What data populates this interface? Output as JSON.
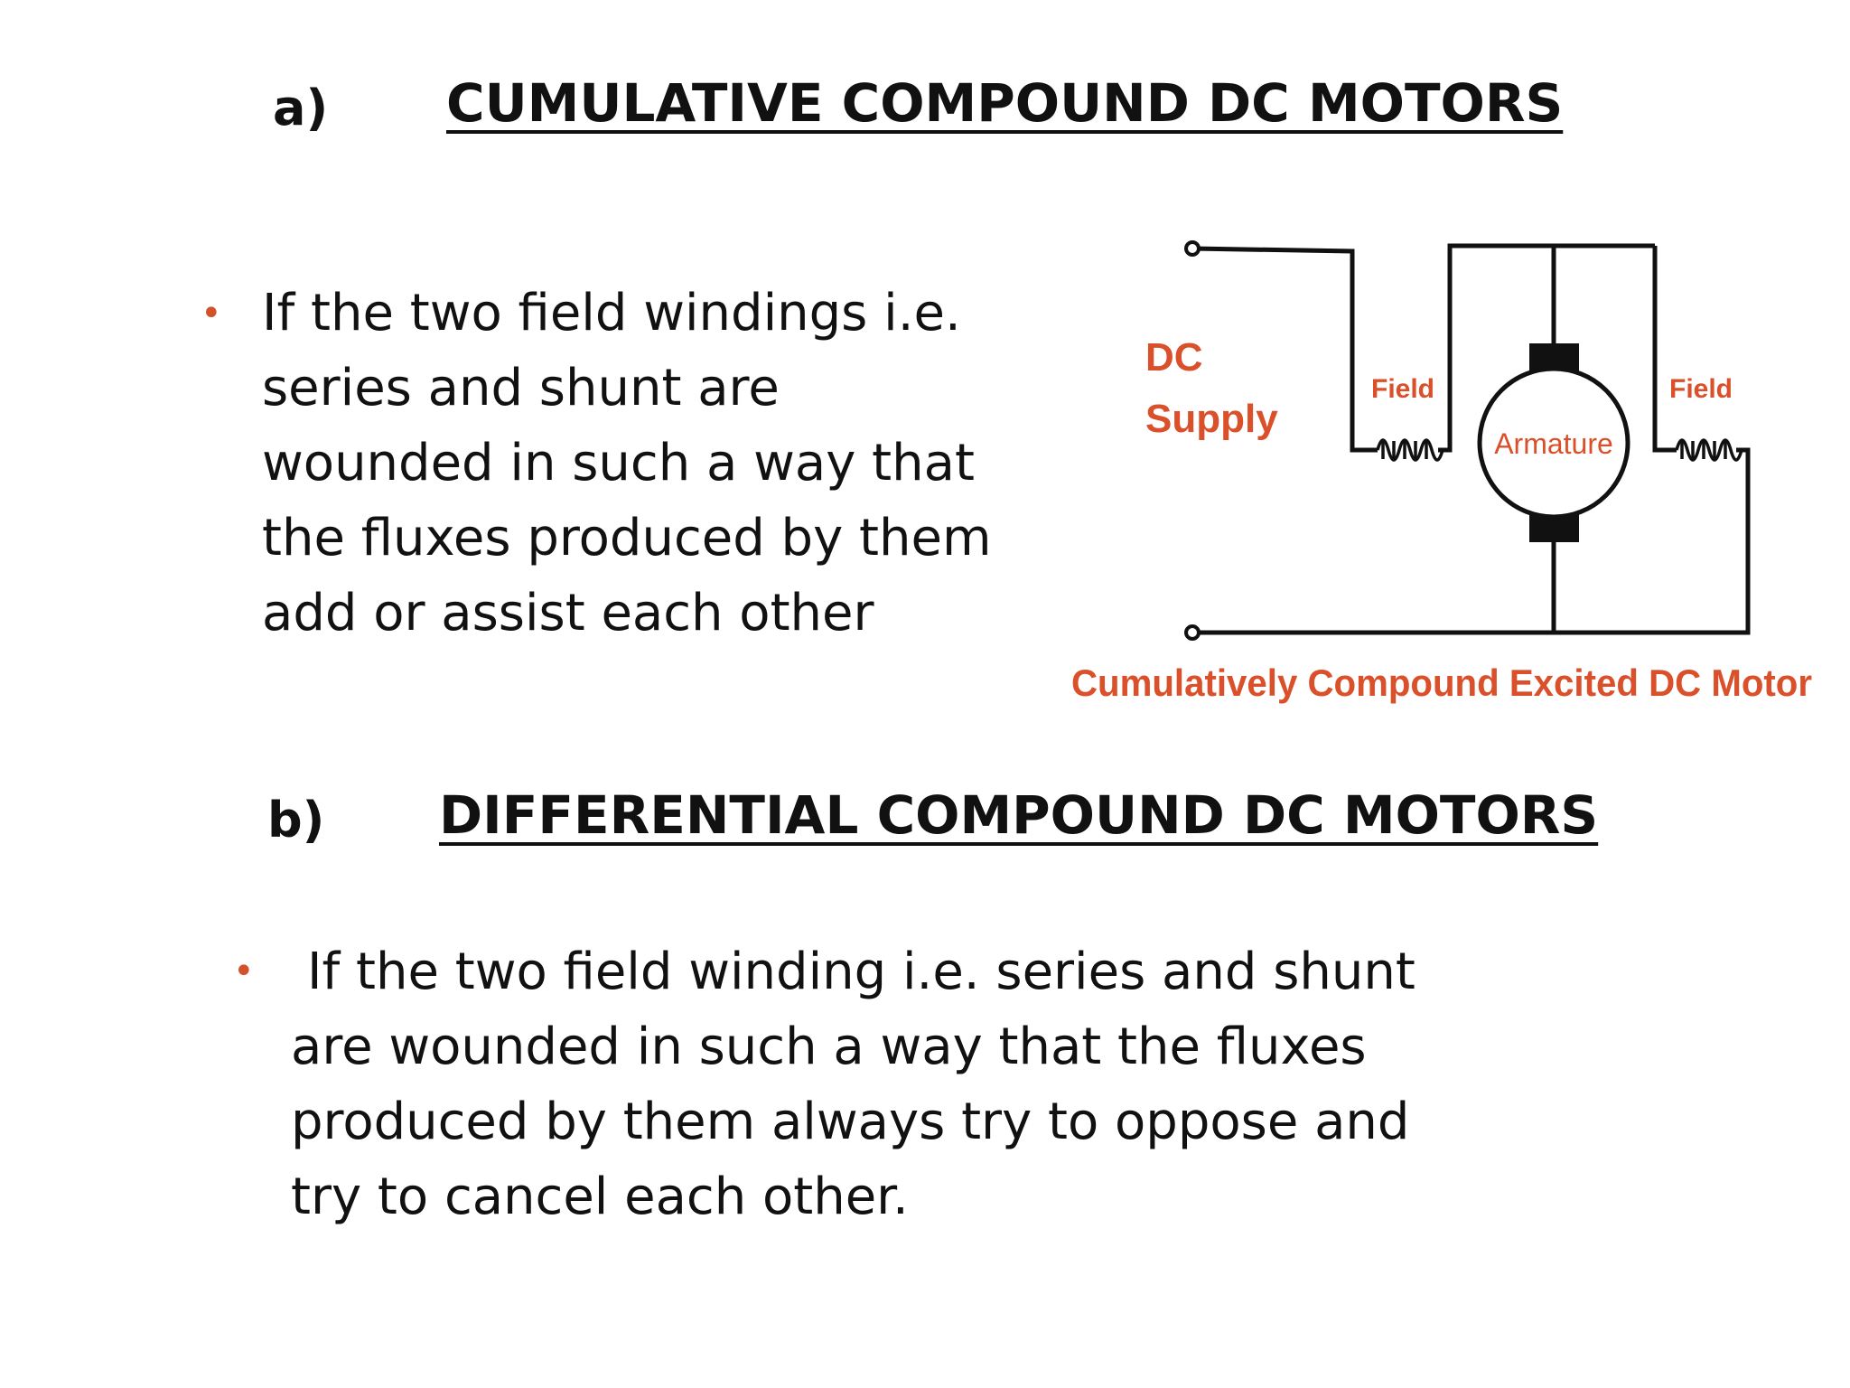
{
  "section_a": {
    "letter": "a)",
    "title": "CUMULATIVE COMPOUND DC MOTORS",
    "bullet": "If the two field windings i.e. series and shunt are wounded in such a way that the fluxes produced by them add or assist each other"
  },
  "diagram": {
    "supply_label_1": "DC",
    "supply_label_2": "Supply",
    "field_left_label": "Field",
    "field_right_label": "Field",
    "armature_label": "Armature",
    "caption": "Cumulatively Compound Excited DC Motor",
    "label_color": "#d9502a"
  },
  "section_b": {
    "letter": "b)",
    "title": "DIFFERENTIAL COMPOUND DC MOTORS",
    "bullet": "If the two field winding i.e. series and shunt are wounded in such a way that the fluxes produced by them always try to oppose and try to cancel each other."
  },
  "colors": {
    "bullet": "#d2522a",
    "text": "#111111"
  }
}
